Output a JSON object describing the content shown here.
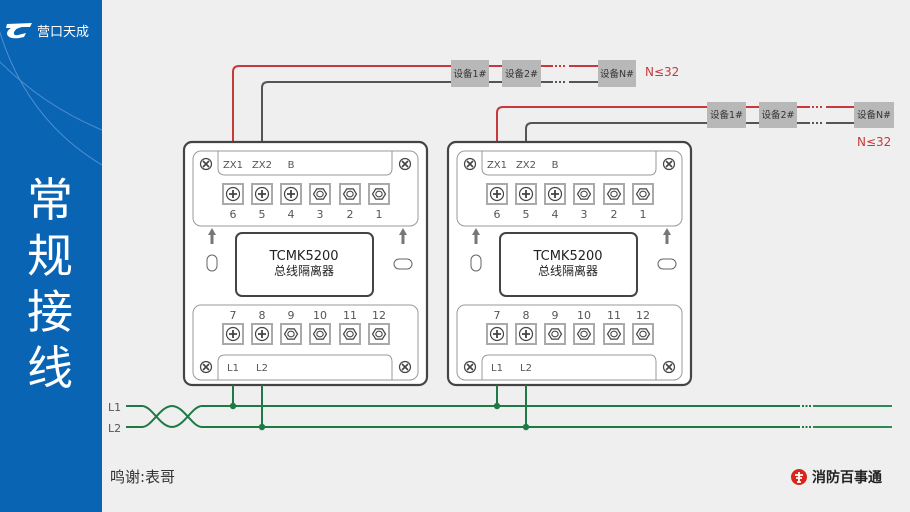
{
  "sidebar": {
    "logo_text": "营口天成",
    "title_chars": [
      "常",
      "规",
      "接",
      "线"
    ],
    "background": "#0a64b4"
  },
  "bus_top": {
    "devices_row1": [
      "设备1#",
      "设备2#",
      "设备N#"
    ],
    "limit_row1": "N≤32",
    "devices_row2": [
      "设备1#",
      "设备2#",
      "设备N#"
    ],
    "limit_row2": "N≤32",
    "ellipsis": "····",
    "colors": {
      "zx1": "#c8393c",
      "zx2": "#555555"
    }
  },
  "modules": [
    {
      "model": "TCMK5200",
      "name": "总线隔离器",
      "top_labels": [
        "ZX1",
        "ZX2",
        "B"
      ],
      "top_terminals": [
        "6",
        "5",
        "4",
        "3",
        "2",
        "1"
      ],
      "top_terminal_types": [
        "phillips",
        "phillips",
        "phillips",
        "hex",
        "hex",
        "hex"
      ],
      "bottom_terminals": [
        "7",
        "8",
        "9",
        "10",
        "11",
        "12"
      ],
      "bottom_terminal_types": [
        "phillips",
        "phillips",
        "hex",
        "hex",
        "hex",
        "hex"
      ],
      "bottom_labels": [
        "L1",
        "L2"
      ]
    },
    {
      "model": "TCMK5200",
      "name": "总线隔离器",
      "top_labels": [
        "ZX1",
        "ZX2",
        "B"
      ],
      "top_terminals": [
        "6",
        "5",
        "4",
        "3",
        "2",
        "1"
      ],
      "top_terminal_types": [
        "phillips",
        "phillips",
        "phillips",
        "hex",
        "hex",
        "hex"
      ],
      "bottom_terminals": [
        "7",
        "8",
        "9",
        "10",
        "11",
        "12"
      ],
      "bottom_terminal_types": [
        "phillips",
        "phillips",
        "hex",
        "hex",
        "hex",
        "hex"
      ],
      "bottom_labels": [
        "L1",
        "L2"
      ]
    }
  ],
  "bus_bottom": {
    "labels": [
      "L1",
      "L2"
    ],
    "color": "#1e7a44"
  },
  "footer": {
    "credit": "鸣谢:表哥",
    "brand": "消防百事通",
    "brand_color": "#d9261c"
  }
}
